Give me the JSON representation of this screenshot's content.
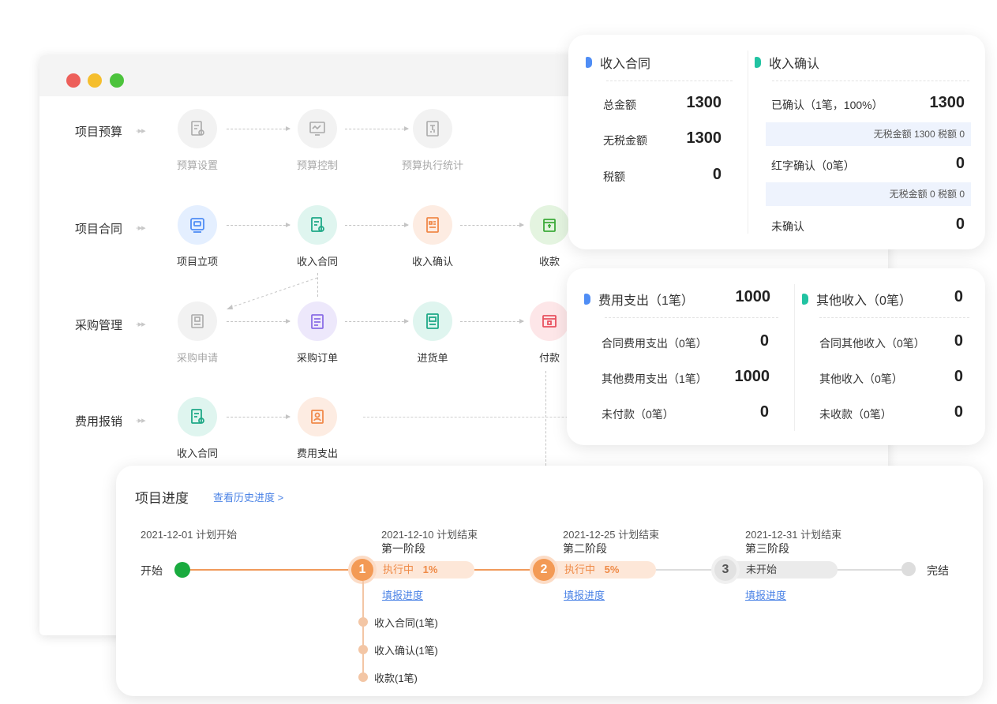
{
  "flow": {
    "rows": [
      {
        "label": "项目预算"
      },
      {
        "label": "项目合同"
      },
      {
        "label": "采购管理"
      },
      {
        "label": "费用报销"
      }
    ],
    "nodes": {
      "budget_setting": "预算设置",
      "budget_control": "预算控制",
      "budget_stats": "预算执行统计",
      "project_setup": "项目立项",
      "income_contract": "收入合同",
      "income_confirm": "收入确认",
      "receipt": "收款",
      "purchase_request": "采购申请",
      "purchase_order": "采购订单",
      "goods_receipt": "进货单",
      "payment": "付款",
      "expense_income_contract": "收入合同",
      "expense_outlay": "费用支出"
    }
  },
  "income_card": {
    "contract": {
      "title": "收入合同",
      "total_label": "总金额",
      "total_value": "1300",
      "pretax_label": "无税金额",
      "pretax_value": "1300",
      "tax_label": "税额",
      "tax_value": "0"
    },
    "confirm": {
      "title": "收入确认",
      "confirmed_label": "已确认（1笔，100%）",
      "confirmed_value": "1300",
      "confirmed_note": "无税金额 1300 税额 0",
      "red_label": "红字确认（0笔）",
      "red_value": "0",
      "red_note": "无税金额 0 税额 0",
      "unconfirmed_label": "未确认",
      "unconfirmed_value": "0"
    }
  },
  "expense_card": {
    "expense": {
      "title": "费用支出（1笔）",
      "title_value": "1000",
      "contract_label": "合同费用支出（0笔）",
      "contract_value": "0",
      "other_label": "其他费用支出（1笔）",
      "other_value": "1000",
      "unpaid_label": "未付款（0笔）",
      "unpaid_value": "0"
    },
    "other_income": {
      "title": "其他收入（0笔）",
      "title_value": "0",
      "contract_label": "合同其他收入（0笔）",
      "contract_value": "0",
      "other_label": "其他收入（0笔）",
      "other_value": "0",
      "unreceived_label": "未收款（0笔）",
      "unreceived_value": "0"
    }
  },
  "progress": {
    "title": "项目进度",
    "history_link": "查看历史进度 >",
    "start_date": "2021-12-01 计划开始",
    "start_label": "开始",
    "end_label": "完结",
    "stages": [
      {
        "num": "1",
        "date": "2021-12-10 计划结束",
        "name": "第一阶段",
        "status": "执行中",
        "percent": "1%",
        "action": "填报进度"
      },
      {
        "num": "2",
        "date": "2021-12-25 计划结束",
        "name": "第二阶段",
        "status": "执行中",
        "percent": "5%",
        "action": "填报进度"
      },
      {
        "num": "3",
        "date": "2021-12-31 计划结束",
        "name": "第三阶段",
        "status": "未开始",
        "percent": "",
        "action": "填报进度"
      }
    ],
    "sub_items": [
      "收入合同(1笔)",
      "收入确认(1笔)",
      "收款(1笔)"
    ]
  },
  "colors": {
    "orange": "#f19a5b",
    "green": "#1aab3f",
    "gray": "#d8d8d8",
    "link": "#4b83e6"
  }
}
